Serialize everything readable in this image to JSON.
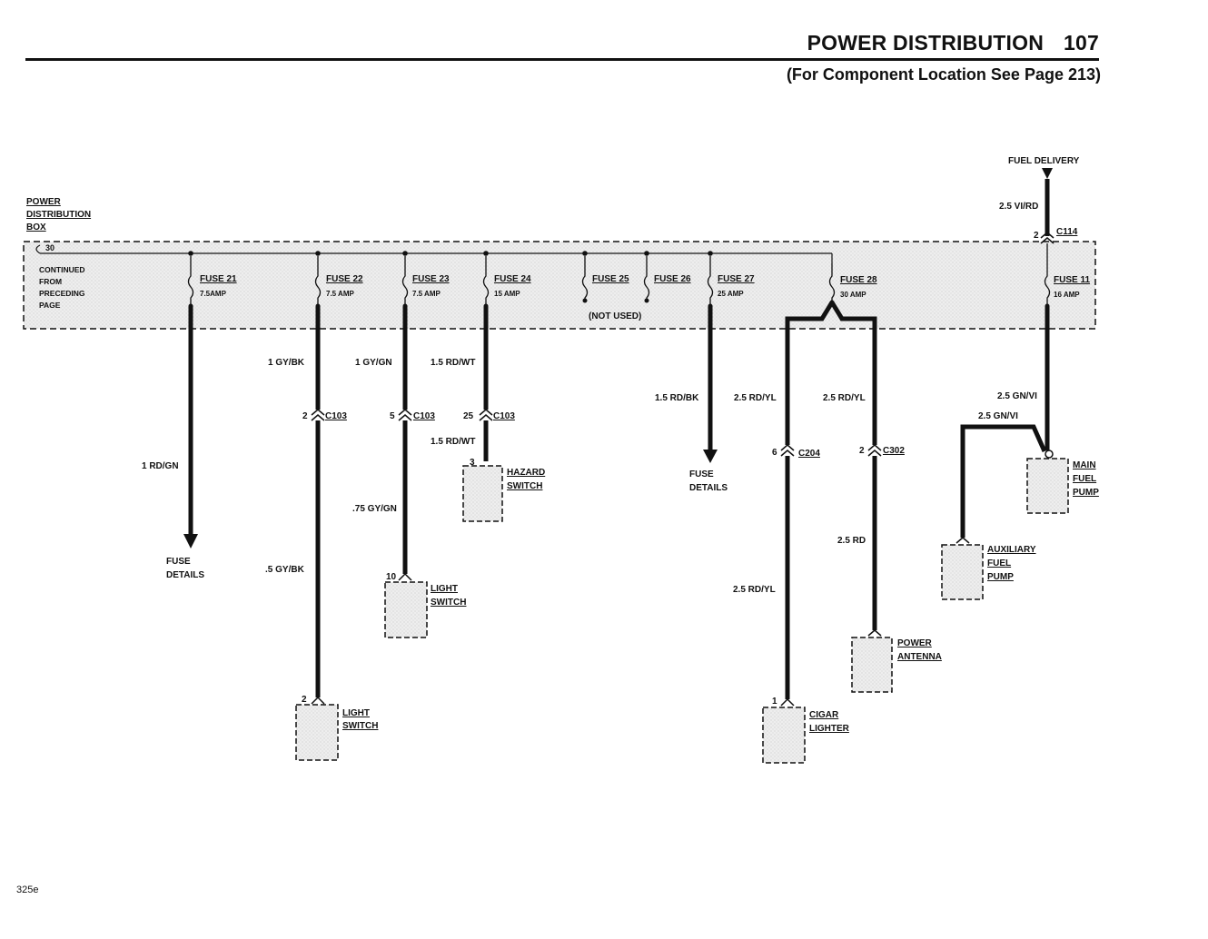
{
  "header": {
    "title": "POWER DISTRIBUTION",
    "page_number": "107",
    "subtitle": "(For Component Location See Page 213)"
  },
  "footer": {
    "page_id": "325e"
  },
  "pdb": {
    "label_line1": "POWER",
    "label_line2": "DISTRIBUTION",
    "label_line3": "BOX",
    "terminal": "30",
    "continued1": "CONTINUED",
    "continued2": "FROM",
    "continued3": "PRECEDING",
    "continued4": "PAGE",
    "not_used": "(NOT USED)"
  },
  "fuses": [
    {
      "name": "FUSE 21",
      "rating": "7.5AMP"
    },
    {
      "name": "FUSE 22",
      "rating": "7.5 AMP"
    },
    {
      "name": "FUSE 23",
      "rating": "7.5 AMP"
    },
    {
      "name": "FUSE 24",
      "rating": "15 AMP"
    },
    {
      "name": "FUSE 25",
      "rating": ""
    },
    {
      "name": "FUSE 26",
      "rating": ""
    },
    {
      "name": "FUSE 27",
      "rating": "25 AMP"
    },
    {
      "name": "FUSE 28",
      "rating": "30 AMP"
    },
    {
      "name": "FUSE 11",
      "rating": "16 AMP"
    }
  ],
  "wires": {
    "w21": "1 RD/GN",
    "w22a": "1 GY/BK",
    "w22b": ".5 GY/BK",
    "w23a": "1 GY/GN",
    "w23b": ".75 GY/GN",
    "w24a": "1.5 RD/WT",
    "w24b": "1.5 RD/WT",
    "w27": "1.5 RD/BK",
    "w28a": "2.5 RD/YL",
    "w28b": "2.5 RD/YL",
    "w28c": "2.5 RD/YL",
    "w28d": "2.5 RD",
    "fuel_in": "2.5 VI/RD",
    "w11a": "2.5 GN/VI",
    "w11b": "2.5 GN/VI"
  },
  "connectors": {
    "c103a_pin": "2",
    "c103a": "C103",
    "c103b_pin": "5",
    "c103b": "C103",
    "c103c_pin": "25",
    "c103c": "C103",
    "c204_pin": "6",
    "c204": "C204",
    "c302_pin": "2",
    "c302": "C302",
    "c114_pin": "2",
    "c114": "C114"
  },
  "components": {
    "fuel_delivery": "FUEL DELIVERY",
    "fuse_details_1a": "FUSE",
    "fuse_details_1b": "DETAILS",
    "fuse_details_2a": "FUSE",
    "fuse_details_2b": "DETAILS",
    "hazard_pin": "3",
    "hazard_1": "HAZARD",
    "hazard_2": "SWITCH",
    "light1_pin": "10",
    "light1_1": "LIGHT",
    "light1_2": "SWITCH",
    "light2_pin": "2",
    "light2_1": "LIGHT",
    "light2_2": "SWITCH",
    "cigar_pin": "1",
    "cigar_1": "CIGAR",
    "cigar_2": "LIGHTER",
    "antenna_1": "POWER",
    "antenna_2": "ANTENNA",
    "aux_1": "AUXILIARY",
    "aux_2": "FUEL",
    "aux_3": "PUMP",
    "main_1": "MAIN",
    "main_2": "FUEL",
    "main_3": "PUMP"
  }
}
